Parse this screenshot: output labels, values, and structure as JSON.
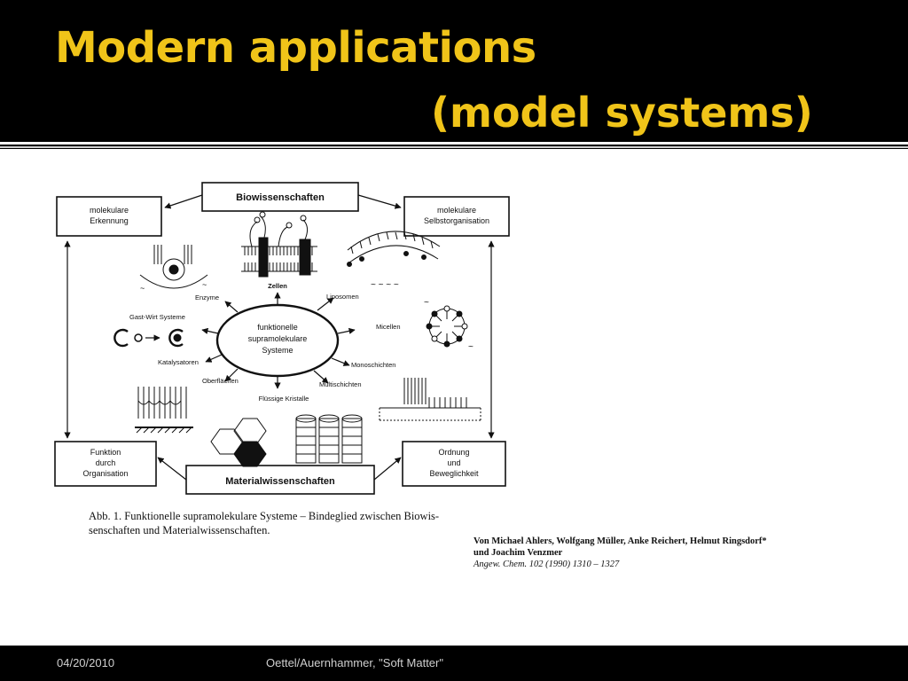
{
  "slide": {
    "title_line1": "Modern applications",
    "title_line2": "(model systems)"
  },
  "figure": {
    "top_box": "Biowissenschaften",
    "bottom_box": "Materialwissenschaften",
    "top_left_box": [
      "molekulare",
      "Erkennung"
    ],
    "top_right_box": [
      "molekulare",
      "Selbstorganisation"
    ],
    "bottom_left_box": [
      "Funktion",
      "durch",
      "Organisation"
    ],
    "bottom_right_box": [
      "Ordnung",
      "und",
      "Beweglichkeit"
    ],
    "center": [
      "funktionelle",
      "supramolekulare",
      "Systeme"
    ],
    "spokes": {
      "zellen": "Zellen",
      "liposomen": "Liposomen",
      "micellen": "Micellen",
      "monoschichten": "Monoschichten",
      "multischichten": "Multischichten",
      "fluessige_kristalle": "Flüssige Kristalle",
      "oberflaechen": "Oberflächen",
      "katalysatoren": "Katalysatoren",
      "gast_wirt": "Gast-Wirt Systeme",
      "enzyme": "Enzyme"
    }
  },
  "caption": {
    "line1": "Abb. 1.  Funktionelle supramolekulare Systeme – Bindeglied zwischen Biowis-",
    "line2": "senschaften und Materialwissenschaften."
  },
  "reference": {
    "authors_line1": "Von Michael Ahlers, Wolfgang Müller, Anke Reichert, Helmut Ringsdorf*",
    "authors_line2": "und Joachim Venzmer",
    "journal": "Angew. Chem. 102 (1990) 1310 – 1327"
  },
  "footer": {
    "date": "04/20/2010",
    "center": "Oettel/Auernhammer, \"Soft Matter\""
  }
}
